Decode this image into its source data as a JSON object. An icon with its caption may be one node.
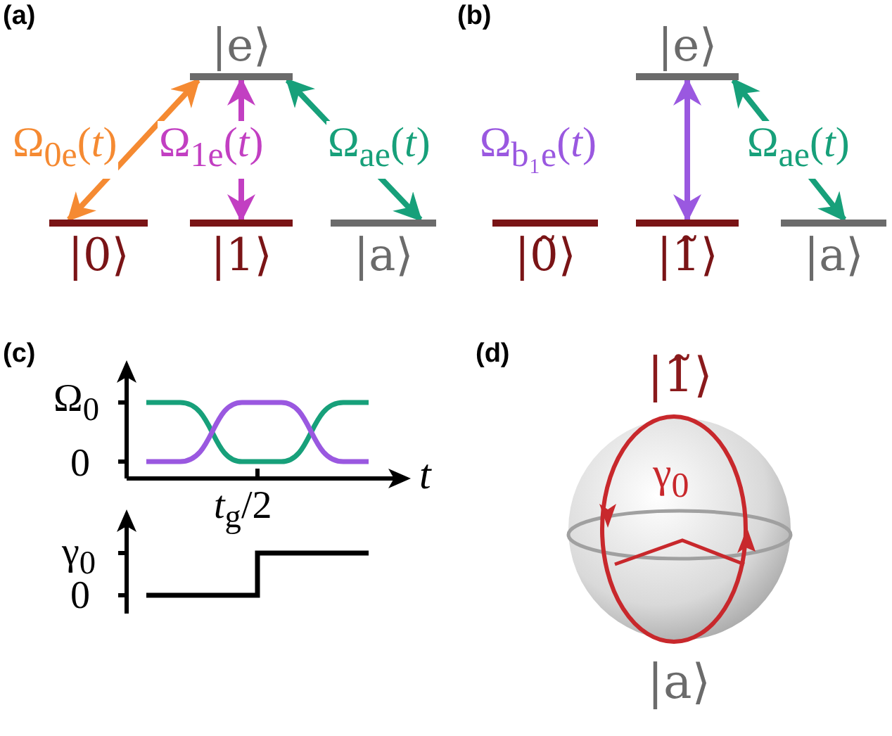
{
  "diagram": {
    "nodes": [
      {
        "text": [
          "|e⟩"
        ]
      },
      {
        "text": [
          "|0⟩"
        ]
      },
      {
        "text": [
          "|1⟩"
        ]
      },
      {
        "text": [
          "|a⟩"
        ]
      },
      {
        "text": [
          "|e⟩"
        ]
      },
      {
        "text": [
          "|0̃⟩"
        ]
      },
      {
        "text": [
          "|1̃⟩"
        ]
      },
      {
        "text": [
          "|a⟩"
        ]
      }
    ],
    "edges": [
      {
        "from": 1,
        "to": 0,
        "arrow": "both",
        "label": "Ω$_{0e}$(*t*)",
        "color": "#f58a32"
      },
      {
        "from": 2,
        "to": 0,
        "arrow": "both",
        "label": "Ω$_{1e}$(*t*)",
        "color": "#c23fc2"
      },
      {
        "from": 0,
        "to": 3,
        "arrow": "both",
        "label": "Ω$_{ae}$(*t*)",
        "color": "#17a07a"
      },
      {
        "from": 6,
        "to": 4,
        "arrow": "both",
        "label": "Ω$_{b₁e}$(*t*)",
        "color": "#9a58e0"
      },
      {
        "from": 4,
        "to": 7,
        "arrow": "both",
        "label": "Ω$_{ae}$(*t*)",
        "color": "#17a07a"
      }
    ],
    "labels": [
      "(a)",
      "(b)",
      "(c)",
      "Ω$_{0}$",
      "0",
      "*t*",
      "*t*$_{g}$/2",
      "γ$_{0}$",
      "0",
      "(d)",
      "|1̃⟩",
      "γ$_{0}$",
      "|a⟩"
    ]
  }
}
